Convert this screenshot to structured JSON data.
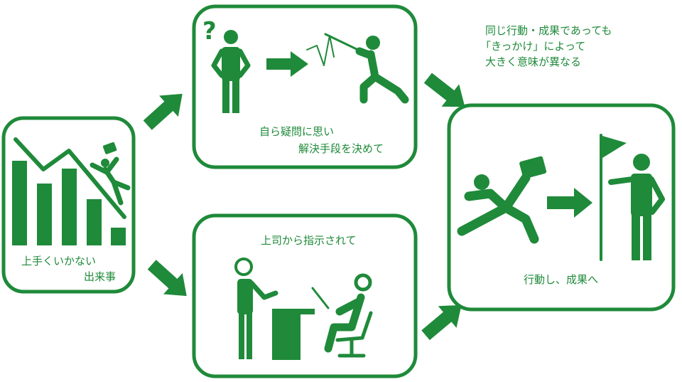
{
  "boxes": {
    "trigger": {
      "line1": "上手くいかない",
      "line2": "出来事"
    },
    "self": {
      "line1": "自ら疑問に思い",
      "line2": "解決手段を決めて"
    },
    "instructed": {
      "line1": "上司から指示されて"
    },
    "result": {
      "line1": "行動し、成果へ"
    }
  },
  "note": {
    "line1": "同じ行動・成果であっても",
    "line2": "「きっかけ」によって",
    "line3": "大きく意味が異なる"
  },
  "colors": {
    "accent": "#1f8a3a"
  }
}
